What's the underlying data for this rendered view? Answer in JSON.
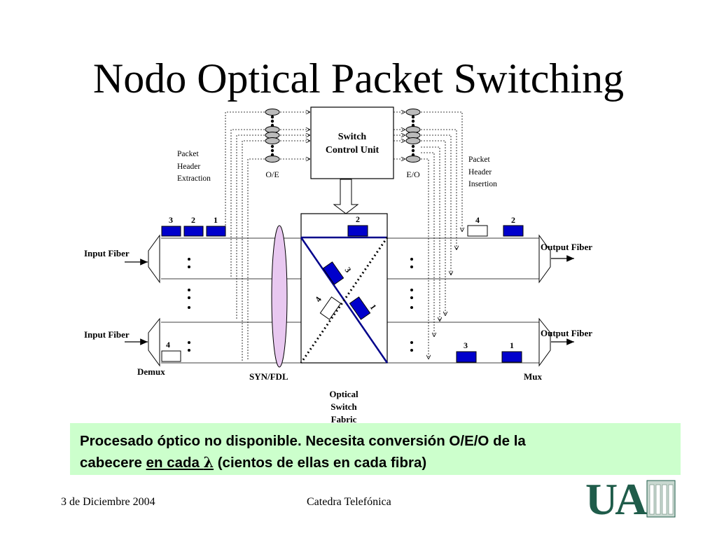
{
  "title": "Nodo Optical Packet Switching",
  "diagram": {
    "switch_control_line1": "Switch",
    "switch_control_line2": "Control Unit",
    "oe": "O/E",
    "eo": "E/O",
    "header_extraction": [
      "Packet",
      "Header",
      "Extraction"
    ],
    "header_insertion": [
      "Packet",
      "Header",
      "Insertion"
    ],
    "input_fiber_top": "Input Fiber",
    "input_fiber_bottom": "Input Fiber",
    "output_fiber_top": "Output Fiber",
    "output_fiber_bottom": "Output Fiber",
    "demux": "Demux",
    "mux": "Mux",
    "syn_fdl": "SYN/FDL",
    "optical_switch_fabric": [
      "Optical",
      "Switch",
      "Fabric"
    ],
    "packet_labels": {
      "in_top": [
        "3",
        "2",
        "1"
      ],
      "in_bottom": "4",
      "fabric_top": "2",
      "fabric_diag_a": "3",
      "fabric_diag_b": "1",
      "fabric_diag_white": "4",
      "out_top_white": "4",
      "out_top_blue": "2",
      "out_bottom": [
        "3",
        "1"
      ]
    }
  },
  "callout": {
    "line1": "Procesado óptico no disponible. Necesita conversión O/E/O de la",
    "line2_a": "cabecere ",
    "line2_u": "en cada ",
    "line2_lambda": "λ",
    "line2_b": " (cientos de ellas en cada fibra)"
  },
  "footer": {
    "date": "3 de Diciembre 2004",
    "center": "Catedra Telefónica"
  },
  "logo_text": "UAM",
  "colors": {
    "packet_blue": "#0000cc",
    "callout_bg": "#ccffcc",
    "lens_fill": "#e8c8f0",
    "logo_green": "#1f5c4a"
  }
}
